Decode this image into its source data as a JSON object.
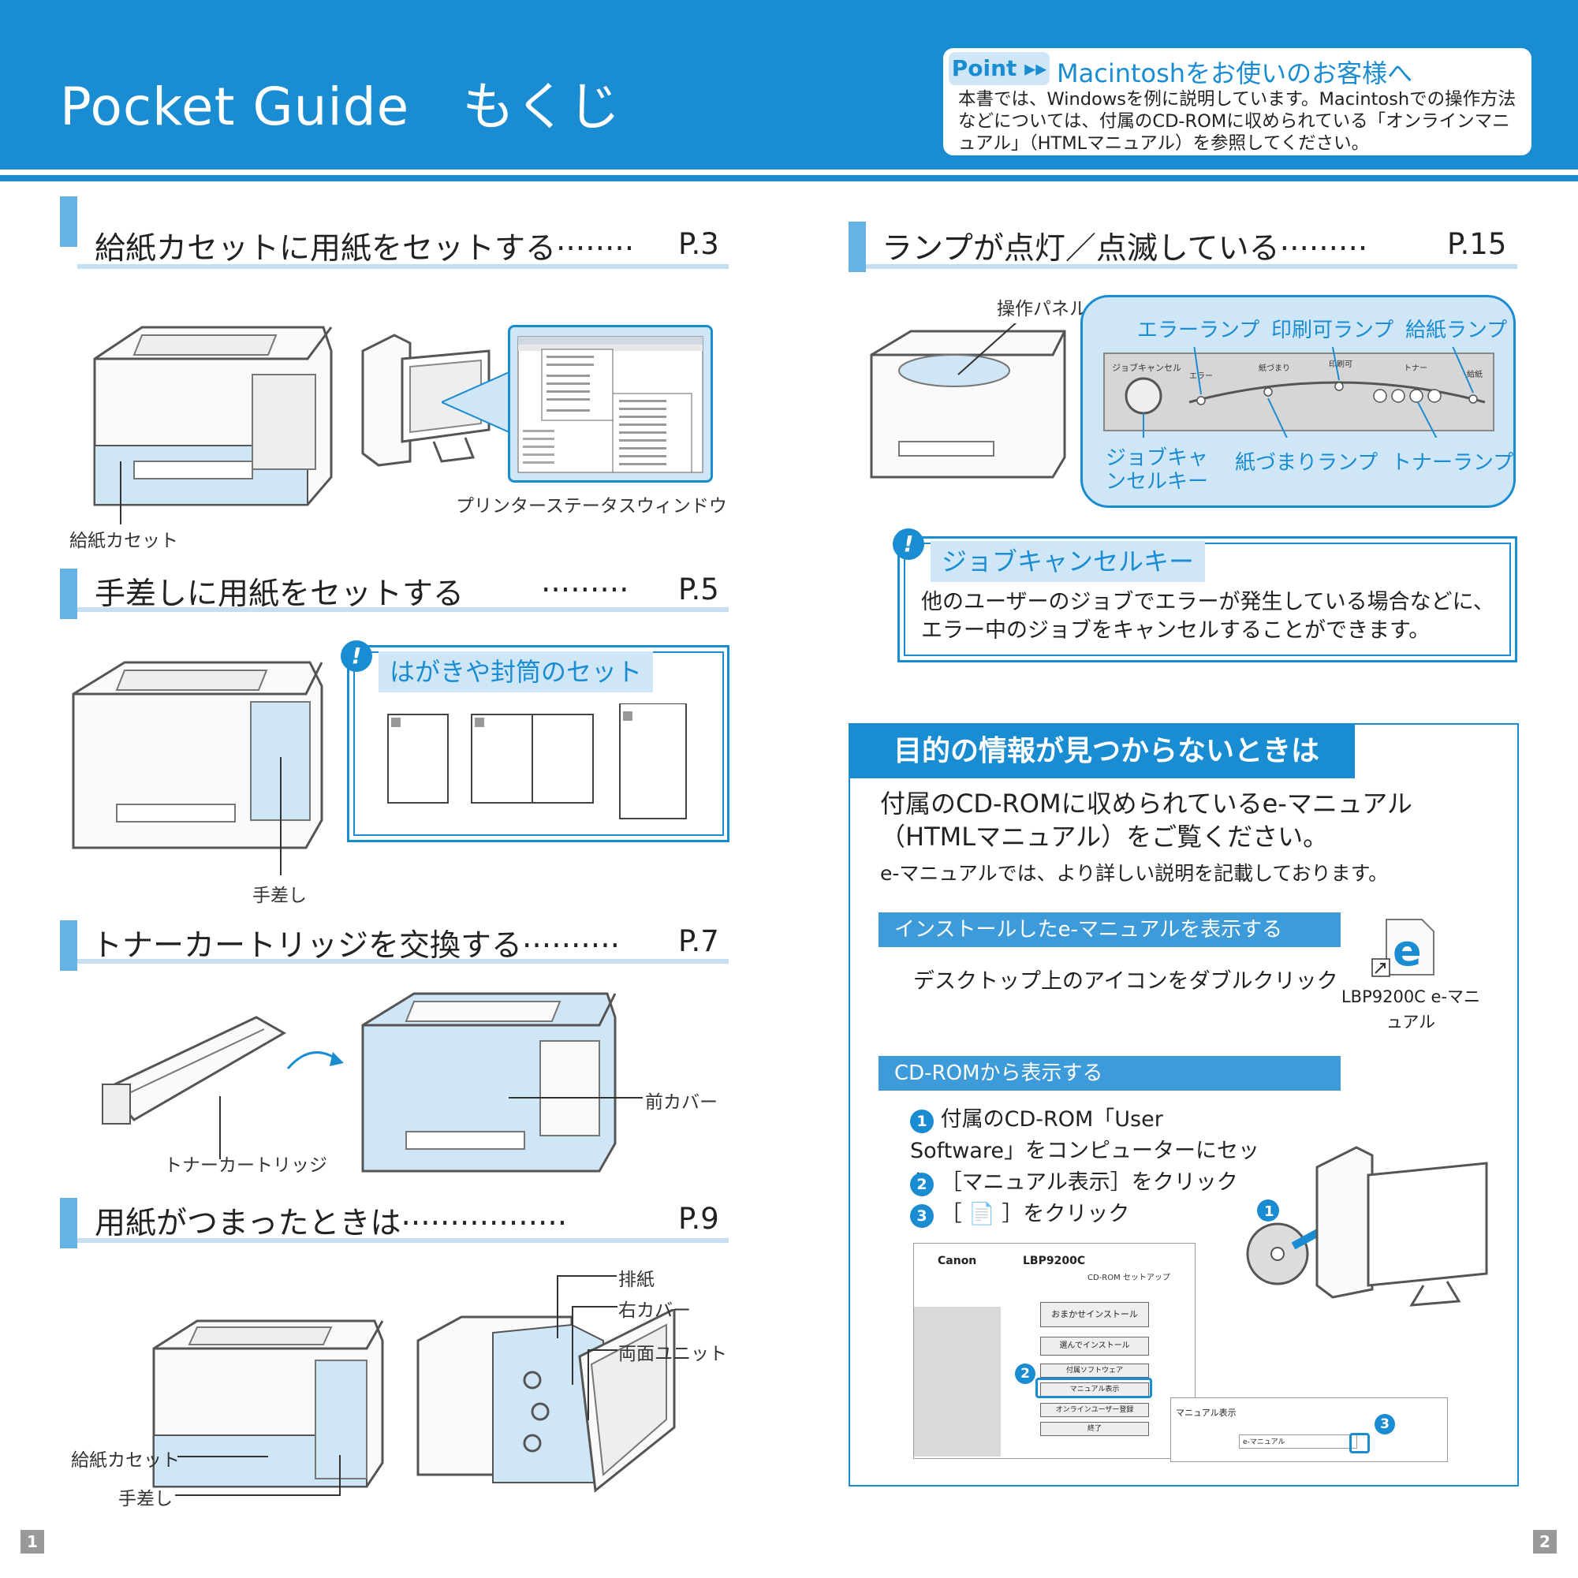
{
  "header": {
    "title": "Pocket Guide　もくじ",
    "point": {
      "tag": "Point ▸▸",
      "title": "Macintoshをお使いのお客様へ",
      "body": "本書では、Windowsを例に説明しています。Macintoshでの操作方法などについては、付属のCD-ROMに収められている「オンラインマニュアル」（HTMLマニュアル）を参照してください。"
    }
  },
  "sections": {
    "cassette": {
      "title": "給紙カセットに用紙をセットする",
      "dots": "········",
      "page": "P.3",
      "label_cassette": "給紙カセット",
      "label_window": "プリンターステータスウィンドウ"
    },
    "manual": {
      "title": "手差しに用紙をセットする",
      "dots": "·········",
      "page": "P.5",
      "label_manual": "手差し",
      "callout": "はがきや封筒のセット"
    },
    "toner": {
      "title": "トナーカートリッジを交換する",
      "dots": "··········",
      "page": "P.7",
      "label_cartridge": "トナーカートリッジ",
      "label_cover": "前カバー"
    },
    "jam": {
      "title": "用紙がつまったときは",
      "dots": "·················",
      "page": "P.9",
      "label_output": "排紙",
      "label_right": "右カバー",
      "label_duplex": "両面ユニット",
      "label_cassette": "給紙カセット",
      "label_manual": "手差し"
    },
    "lamp": {
      "title": "ランプが点灯／点滅している",
      "dots": "·········",
      "page": "P.15",
      "label_panel": "操作パネル",
      "lamps": {
        "error": "エラーランプ",
        "ready": "印刷可ランプ",
        "paper": "給紙ランプ",
        "cancel_key": "ジョブキャンセルキー",
        "jam": "紙づまりランプ",
        "toner": "トナーランプ"
      },
      "panel_text": {
        "cancel": "ジョブキャンセル",
        "error": "エラー",
        "jam": "紙づまり",
        "ready": "印刷可",
        "toner": "トナー",
        "paper": "給紙"
      },
      "callout_title": "ジョブキャンセルキー",
      "callout_body": "他のユーザーのジョブでエラーが発生している場合などに、エラー中のジョブをキャンセルすることができます。"
    }
  },
  "info": {
    "title": "目的の情報が見つからないときは",
    "lead": "付属のCD-ROMに収められているe-マニュアル（HTMLマニュアル）をご覧ください。",
    "desc": "e-マニュアルでは、より詳しい説明を記載しております。",
    "sub1": "インストールしたe-マニュアルを表示する",
    "sub1_body": "デスクトップ上のアイコンをダブルクリック",
    "icon_label": "LBP9200C e-マニュアル",
    "sub2": "CD-ROMから表示する",
    "steps": [
      "付属のCD-ROM「User Software」をコンピューターにセット",
      "［マニュアル表示］をクリック",
      "［ 📄 ］をクリック"
    ],
    "step_nums": [
      "1",
      "2",
      "3"
    ],
    "setup_screen": {
      "brand": "Canon",
      "model": "LBP9200C",
      "subtitle": "CD-ROM セットアップ",
      "buttons": [
        "おまかせインストール",
        "選んでインストール",
        "付属ソフトウェア",
        "マニュアル表示",
        "オンラインユーザー登録",
        "終了"
      ],
      "manual_panel_title": "マニュアル表示",
      "manual_item": "e-マニュアル"
    }
  },
  "footer": {
    "page_left": "1",
    "page_right": "2"
  },
  "colors": {
    "accent": "#1a8cd2",
    "light": "#cfe6f6",
    "bar": "#67b3e6"
  }
}
